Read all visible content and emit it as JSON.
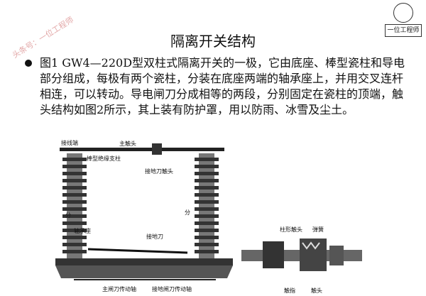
{
  "watermark": "头条号：一位工程师",
  "logo": {
    "label": "一位工程师"
  },
  "title": "隔离开关结构",
  "paragraph": "图1 GW4—220D型双柱式隔离开关的一极，它由底座、棒型瓷柱和导电部分组成，每极有两个瓷柱，分装在底座两端的轴承座上，并用交叉连杆相连，可以转动。导电闸刀分成相等的两段，分别固定在瓷柱的顶端，触头结构如图2所示，其上装有防护罩，用以防雨、冰雪及尘土。",
  "figure1_labels": {
    "terminal": "接线端",
    "main_contact": "主触头",
    "insulator": "棒型绝缘支柱",
    "ground_contact": "接地刀触头",
    "split_left": "分",
    "split_right": "分",
    "bearing": "轴承座",
    "ground_knife": "接地刀",
    "main_drive": "主闸刀传动轴",
    "ground_drive": "接地闸刀传动轴"
  },
  "figure2_labels": {
    "finger_contact": "柱形触头",
    "spring": "弹簧",
    "contact_finger": "触指",
    "contact_head": "触头"
  }
}
